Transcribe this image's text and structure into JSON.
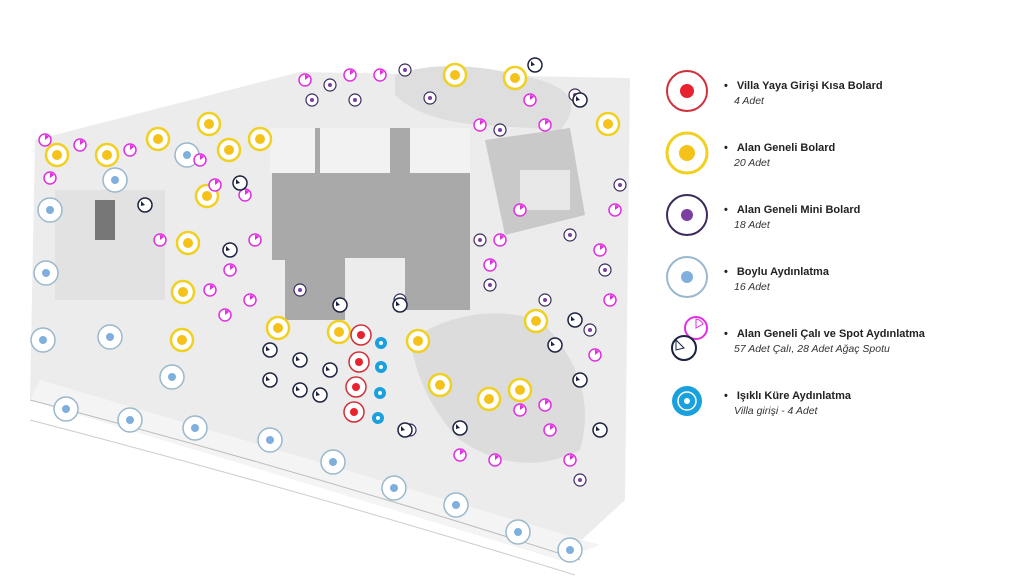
{
  "legend": [
    {
      "title": "Villa Yaya Girişi Kısa Bolard",
      "count": "4 Adet",
      "icon": "red-bollard-icon",
      "color": "#e8222e"
    },
    {
      "title": "Alan Geneli Bolard",
      "count": "20 Adet",
      "icon": "yellow-bollard-icon",
      "color": "#f5c21a"
    },
    {
      "title": "Alan Geneli Mini Bolard",
      "count": "18 Adet",
      "icon": "purple-mini-bollard-icon",
      "color": "#7b3fa0"
    },
    {
      "title": "Boylu Aydınlatma",
      "count": "16 Adet",
      "icon": "tall-light-icon",
      "color": "#7fb0dd"
    },
    {
      "title": "Alan Geneli Çalı ve Spot Aydınlatma",
      "count": "57 Adet Çalı, 28 Adet Ağaç Spotu",
      "icon": "shrub-spot-light-icon",
      "color": "#e030e0"
    },
    {
      "title": "Işıklı Küre Aydınlatma",
      "count": "Villa girişi -  4 Adet",
      "icon": "illuminated-sphere-icon",
      "color": "#1aa0dd"
    }
  ],
  "colors": {
    "navy": "#1c2340",
    "plan_gray": "#d8d8d8",
    "building": "#a9a9a9"
  }
}
